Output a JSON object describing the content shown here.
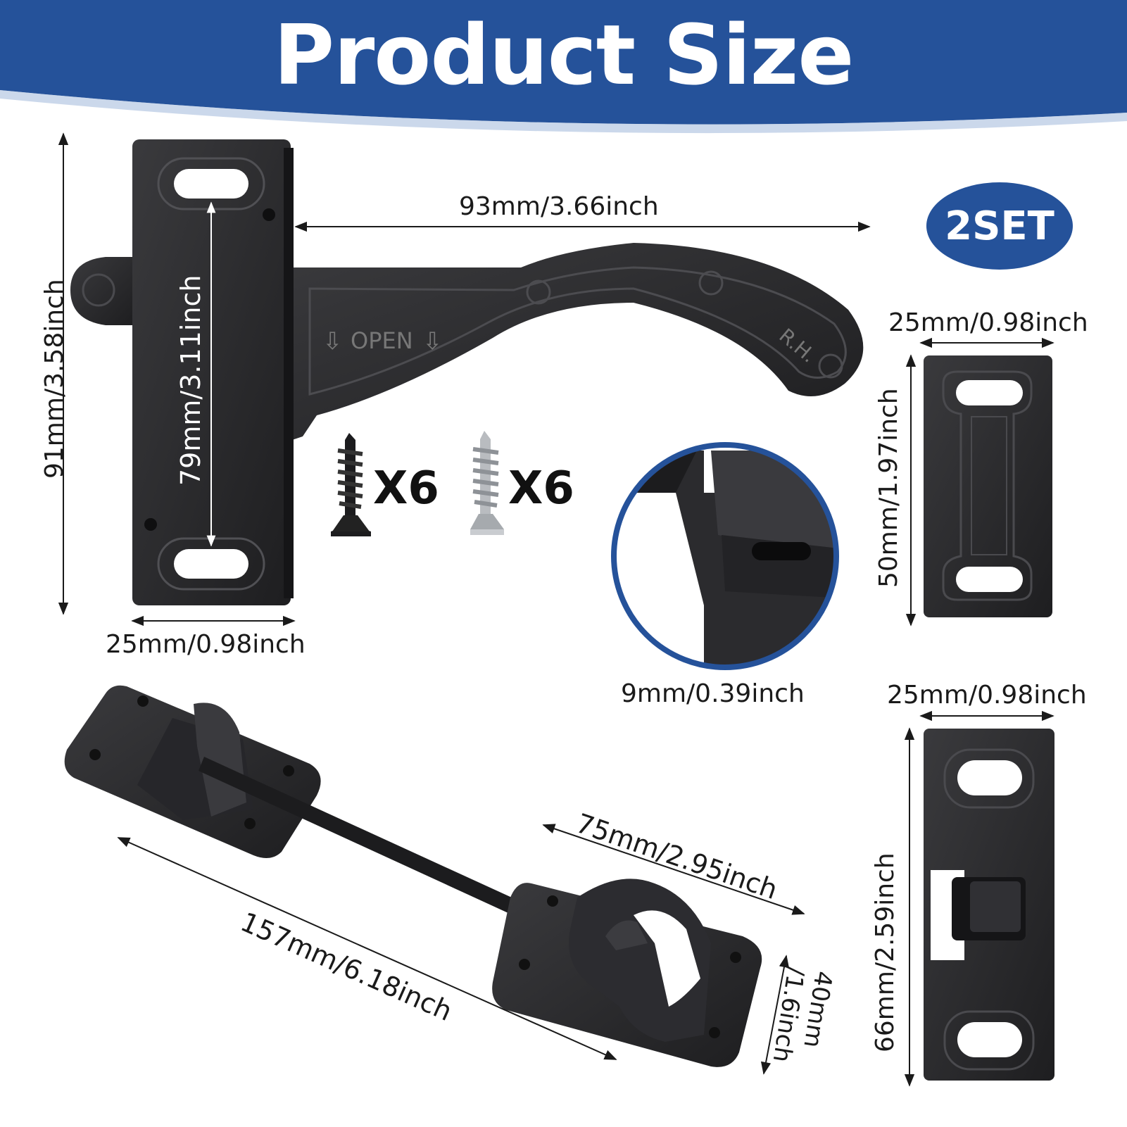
{
  "header": {
    "title": "Product Size",
    "banner_color": "#25529a"
  },
  "badge": {
    "label": "2SET",
    "color": "#25529a"
  },
  "latch": {
    "engraving_open": "OPEN",
    "engraving_side": "R.H."
  },
  "dimensions": {
    "latch_height": "91mm/3.58inch",
    "latch_hole_spacing": "79mm/3.11inch",
    "latch_handle_length": "93mm/3.66inch",
    "latch_plate_width": "25mm/0.98inch",
    "thickness": "9mm/0.39inch",
    "striker_width": "25mm/0.98inch",
    "striker_height": "50mm/1.97inch",
    "keeper_width": "25mm/0.98inch",
    "keeper_height": "66mm/2.59inch",
    "holder_total_length": "157mm/6.18inch",
    "holder_clip_length": "75mm/2.95inch",
    "holder_clip_width": "40mm\n/1.6inch"
  },
  "screws": [
    {
      "type": "black-screw",
      "quantity": "X6"
    },
    {
      "type": "silver-screw",
      "quantity": "X6"
    }
  ],
  "colors": {
    "metal": "#2a2a2c",
    "accent": "#25529a",
    "text": "#1a1a1a"
  }
}
